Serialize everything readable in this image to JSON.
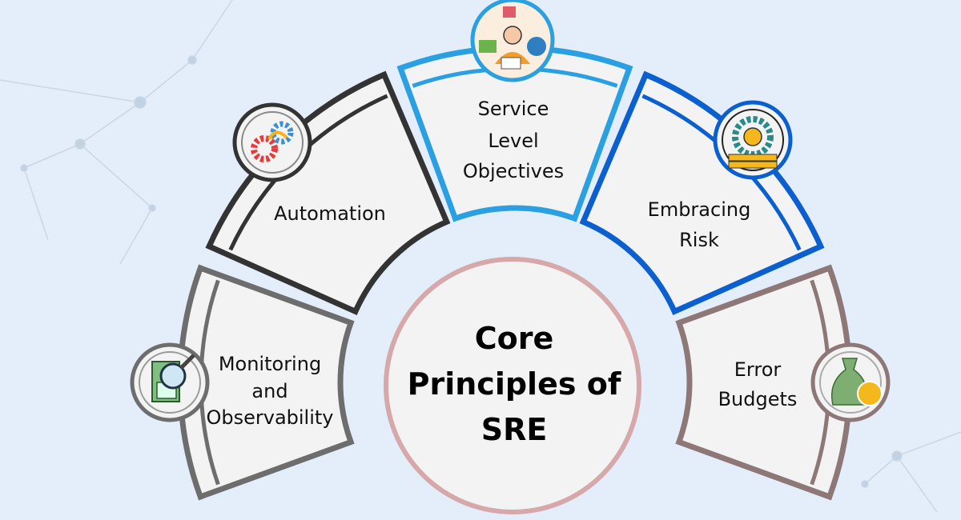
{
  "title": {
    "lines": [
      "Core",
      "Principles of",
      "SRE"
    ]
  },
  "segments": [
    {
      "id": "monitoring",
      "lines": [
        "Monitoring",
        "and",
        "Observability"
      ],
      "color": "#6d6d6d",
      "icon": "magnifier-report-icon"
    },
    {
      "id": "automation",
      "lines": [
        "Automation"
      ],
      "color": "#333333",
      "icon": "gears-icon"
    },
    {
      "id": "slo",
      "lines": [
        "Service",
        "Level",
        "Objectives"
      ],
      "color": "#2a9fe2",
      "icon": "support-agent-icon"
    },
    {
      "id": "risk",
      "lines": [
        "Embracing",
        "Risk"
      ],
      "color": "#0b5fcf",
      "icon": "gear-coins-icon"
    },
    {
      "id": "error",
      "lines": [
        "Error",
        "Budgets"
      ],
      "color": "#8d7777",
      "icon": "money-bag-icon"
    }
  ],
  "colors": {
    "background": "#e4eefa",
    "segment_fill": "#f3f3f3",
    "core_ring": "#d6a8aa"
  }
}
